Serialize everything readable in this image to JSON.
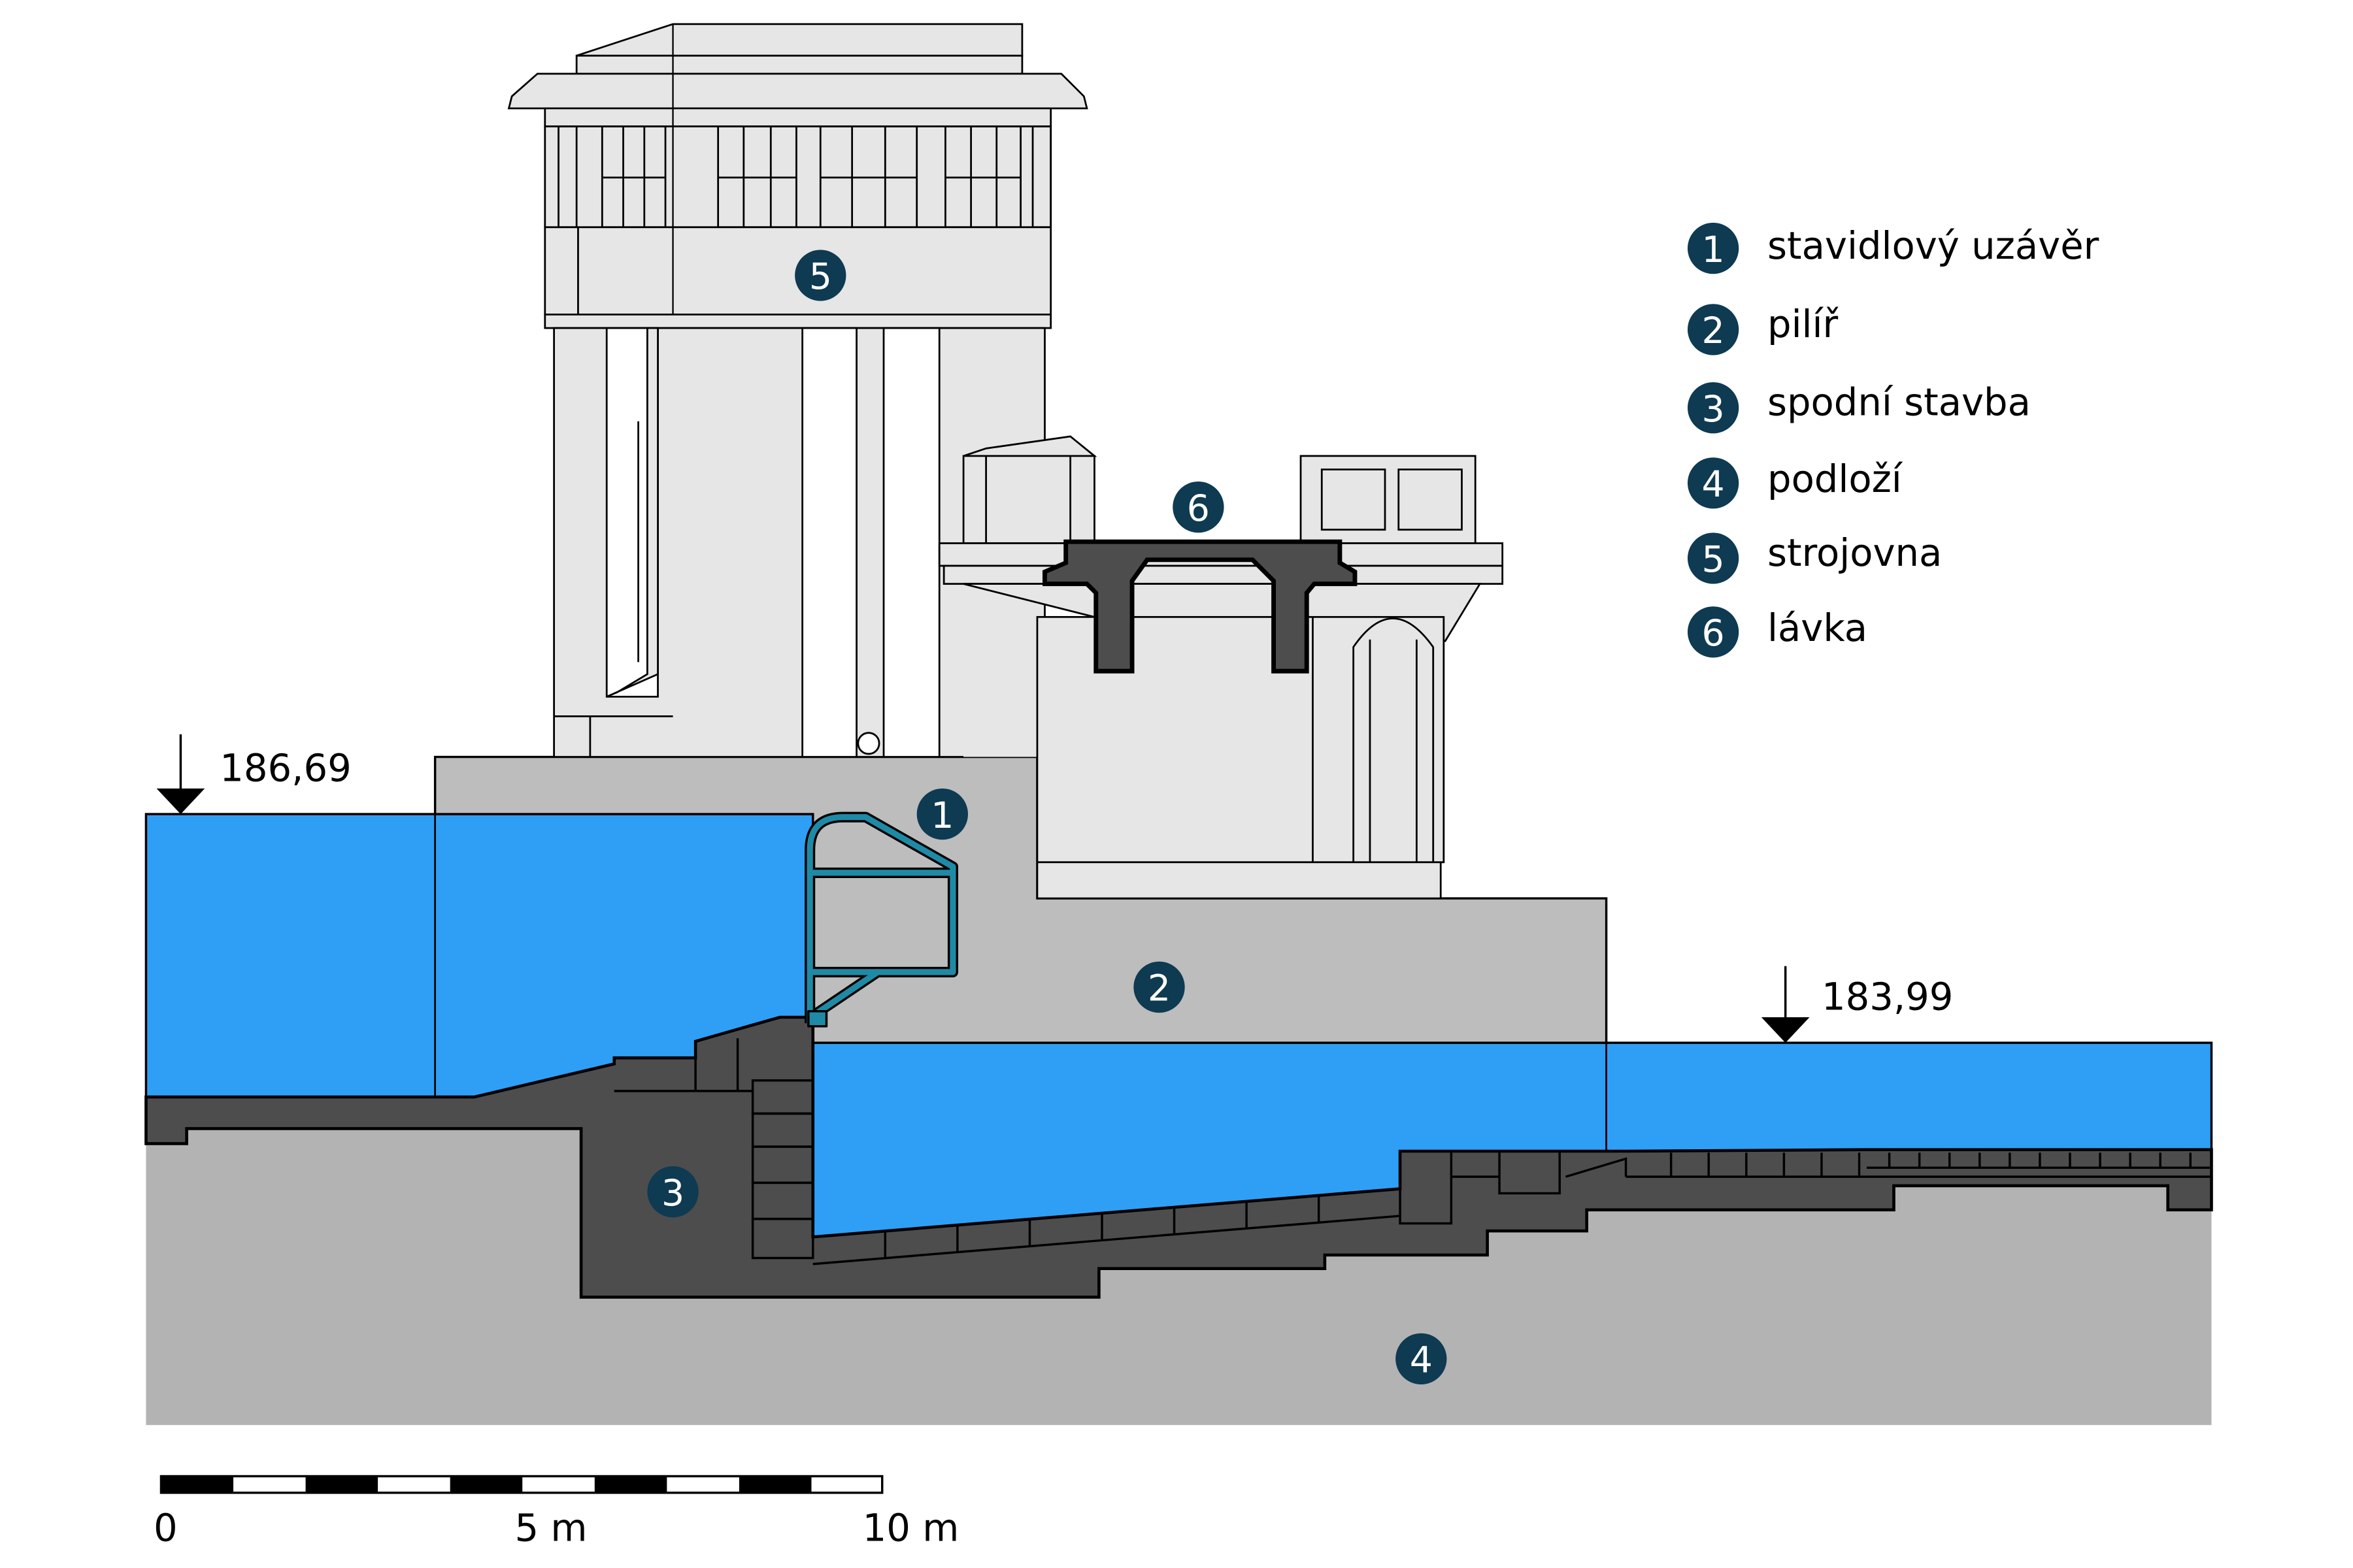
{
  "legend": [
    {
      "num": "1",
      "label": "stavidlový uzávěr"
    },
    {
      "num": "2",
      "label": "pilíř"
    },
    {
      "num": "3",
      "label": "spodní stavba"
    },
    {
      "num": "4",
      "label": "podloží"
    },
    {
      "num": "5",
      "label": "strojovna"
    },
    {
      "num": "6",
      "label": "lávka"
    }
  ],
  "levels": {
    "upstream": "186,69",
    "downstream": "183,99"
  },
  "scale_bar": {
    "labels": [
      "0",
      "5 m",
      "10 m"
    ]
  },
  "colors": {
    "water": "#2f9ff5",
    "ground": "#b3b3b3",
    "concrete_dark": "#4d4d4d",
    "pier": "#bdbdbd",
    "building": "#e6e6e6",
    "gate": "#1f8aa6",
    "badge": "#0e3a52",
    "outline": "#000000"
  }
}
